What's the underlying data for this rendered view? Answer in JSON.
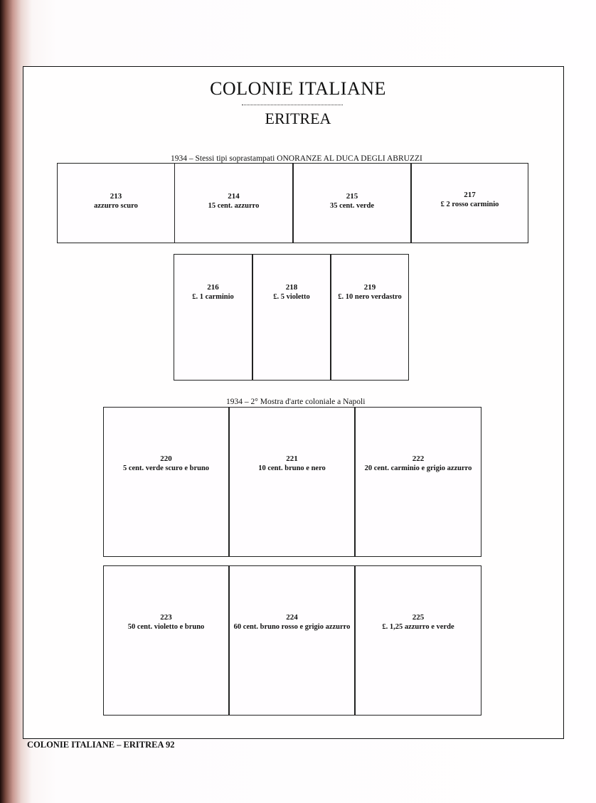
{
  "header": {
    "title": "COLONIE ITALIANE",
    "subtitle": "ERITREA"
  },
  "sections": [
    {
      "caption": "1934 – Stessi tipi  soprastampati ONORANZE AL DUCA DEGLI ABRUZZI",
      "stamps": [
        {
          "number": "213",
          "desc": "azzurro scuro"
        },
        {
          "number": "214",
          "desc": "15 cent. azzurro"
        },
        {
          "number": "215",
          "desc": "35 cent. verde"
        },
        {
          "number": "217",
          "desc": "£ 2 rosso carminio"
        },
        {
          "number": "216",
          "desc": "£. 1 carminio"
        },
        {
          "number": "218",
          "desc": "£. 5 violetto"
        },
        {
          "number": "219",
          "desc": "£. 10 nero verdastro"
        }
      ]
    },
    {
      "caption": "1934 – 2° Mostra d'arte coloniale a Napoli",
      "stamps": [
        {
          "number": "220",
          "desc": "5 cent.  verde scuro e bruno"
        },
        {
          "number": "221",
          "desc": "10 cent. bruno e nero"
        },
        {
          "number": "222",
          "desc": "20 cent. carminio e grigio azzurro"
        },
        {
          "number": "223",
          "desc": "50 cent. violetto e bruno"
        },
        {
          "number": "224",
          "desc": "60 cent. bruno rosso e grigio azzurro"
        },
        {
          "number": "225",
          "desc": "£. 1,25 azzurro e verde"
        }
      ]
    }
  ],
  "footer": "COLONIE ITALIANE – ERITREA   92"
}
